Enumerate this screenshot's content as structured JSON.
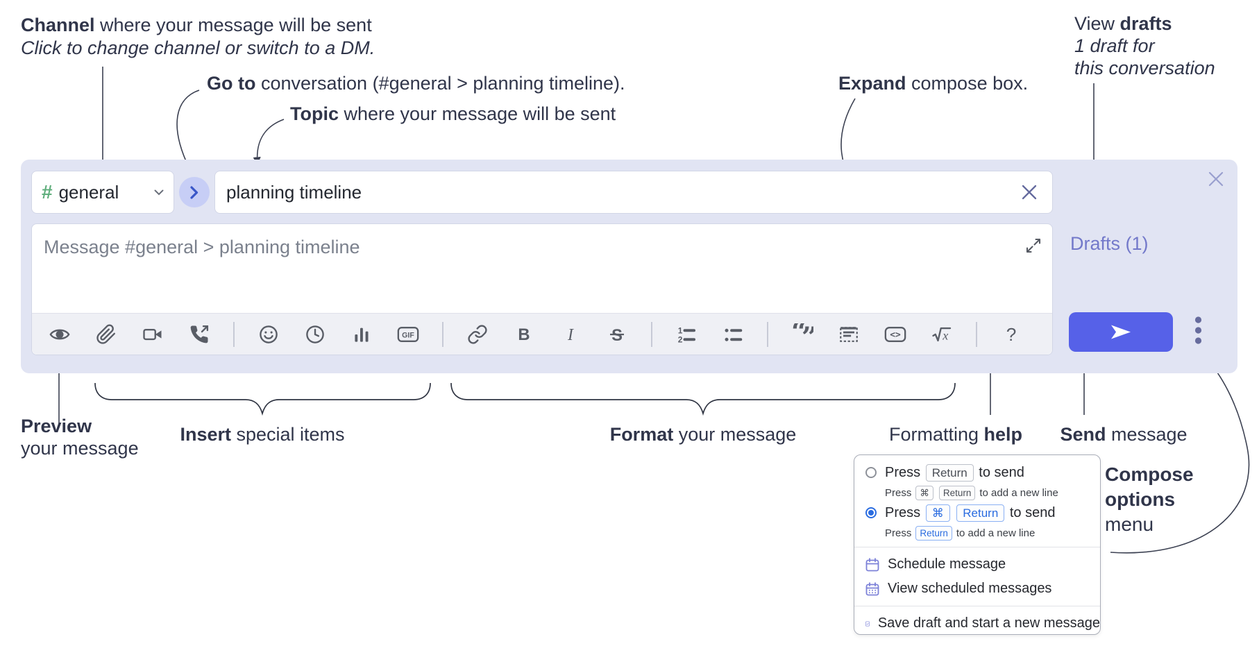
{
  "annotations": {
    "channel": {
      "bold": "Channel",
      "rest": " where your message will be sent",
      "sub": "Click to change channel or switch to a DM."
    },
    "goto": {
      "bold": "Go to",
      "rest": " conversation (#general > planning timeline)."
    },
    "topic": {
      "bold": "Topic",
      "rest": " where your message will be sent"
    },
    "expand": {
      "bold": "Expand",
      "rest": " compose box."
    },
    "view_drafts": {
      "pre": "View ",
      "bold": "drafts",
      "line2": "1 draft for",
      "line3": "this conversation"
    },
    "preview": {
      "bold": "Preview",
      "rest": "your message"
    },
    "insert": {
      "bold": "Insert",
      "rest": " special items"
    },
    "format": {
      "bold": "Format",
      "rest": " your message"
    },
    "formatting_help": {
      "pre": "Formatting ",
      "bold": "help"
    },
    "send": {
      "bold": "Send",
      "rest": " message"
    },
    "compose_options": {
      "line1": "Compose",
      "line2": "options",
      "line3": "menu"
    }
  },
  "compose": {
    "channel_hash": "#",
    "channel_name": "general",
    "topic_value": "planning timeline",
    "message_placeholder": "Message #general > planning timeline",
    "drafts_label": "Drafts (1)",
    "toolbar_icons": [
      "preview-eye",
      "attach-paperclip",
      "video-call",
      "audio-call",
      "divider",
      "emoji",
      "time",
      "poll",
      "gif",
      "divider",
      "link",
      "bold",
      "italic",
      "strikethrough",
      "divider",
      "numbered-list",
      "bulleted-list",
      "divider",
      "quote",
      "spoiler",
      "code",
      "math",
      "divider",
      "help"
    ],
    "glyphs": {
      "gif": "GIF",
      "bold": "B",
      "italic": "I",
      "strike": "S",
      "code": "<>",
      "math_x": "x",
      "help": "?",
      "quote_open": "“",
      "quote_close": "”",
      "ol1": "1",
      "ol2": "2"
    }
  },
  "send_options_menu": {
    "option1": {
      "press": "Press",
      "key": "Return",
      "suffix": "to send",
      "sub": {
        "press": "Press",
        "key1": "⌘",
        "key2": "Return",
        "suffix": "to add a new line"
      }
    },
    "option2": {
      "press": "Press",
      "key1": "⌘",
      "key2": "Return",
      "suffix": "to send",
      "sub": {
        "press": "Press",
        "key": "Return",
        "suffix": "to add a new line"
      }
    },
    "items": [
      {
        "label": "Schedule message"
      },
      {
        "label": "View scheduled messages"
      },
      {
        "label": "Save draft and start a new message"
      }
    ]
  },
  "colors": {
    "panel_bg": "#e1e4f3",
    "send_button": "#5661e8",
    "drafts_link": "#7379ca",
    "hash_green": "#5fae7c",
    "keycap_blue": "#2a6ce0",
    "radio_selected": "#2a6ce0",
    "menu_icon_purple": "#7c81d8",
    "toolbar_icon": "#595d66",
    "annotation_text": "#30354a"
  }
}
